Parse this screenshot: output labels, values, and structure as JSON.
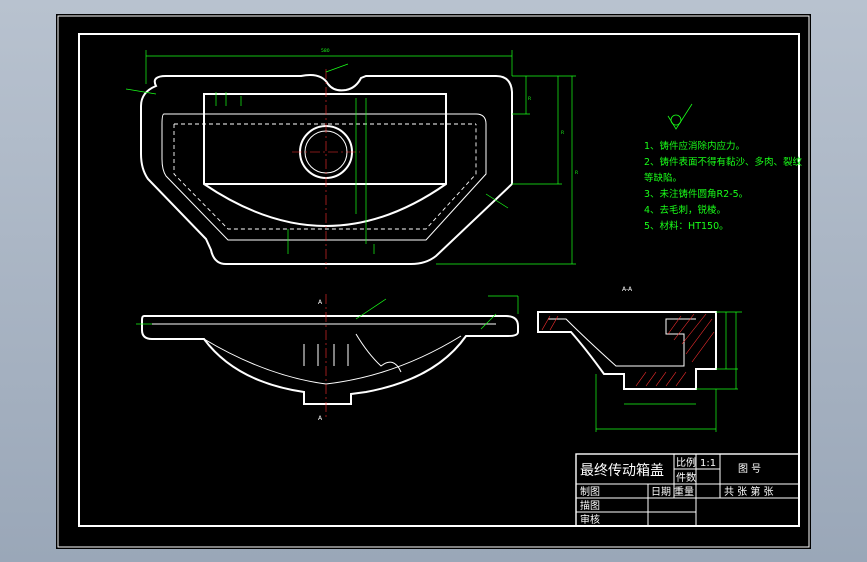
{
  "drawing": {
    "title": "最终传动箱盖",
    "section_label": "A-A",
    "section_mark": "A",
    "notes": [
      "1、铸件应消除内应力。",
      "2、铸件表面不得有黏沙、多肉、裂纹",
      "等缺陷。",
      "3、未注铸件圆角R2-5。",
      "4、去毛刺，锐棱。",
      "5、材料：HT150。"
    ]
  },
  "title_block": {
    "ratio_label": "比例",
    "ratio_value": "1:1",
    "qty_label": "件数",
    "drawing_no_label": "图 号",
    "drafter_label": "制图",
    "date_label": "日期",
    "weight_label": "重量",
    "sheet_label": "共 张 第 张",
    "drafting_label": "描图",
    "review_label": "审核"
  },
  "colors": {
    "background": "#000000",
    "outline": "#ffffff",
    "dimension": "#19ff19",
    "centerline": "#ff3030",
    "hatch": "#ff3030"
  }
}
